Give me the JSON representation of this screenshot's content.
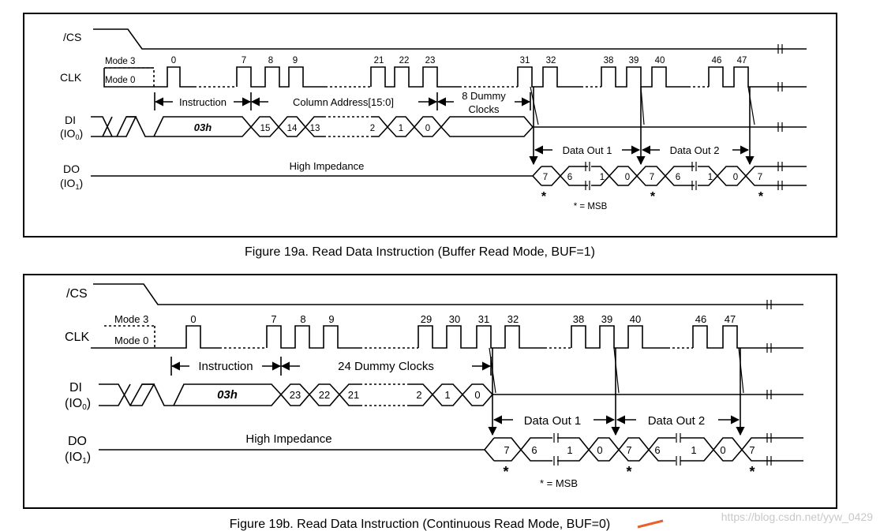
{
  "figure_a": {
    "caption": "Figure 19a. Read Data Instruction (Buffer Read Mode, BUF=1)",
    "cs_label": "/CS",
    "clk_label": "CLK",
    "mode3": "Mode 3",
    "mode0": "Mode 0",
    "di_label": "DI",
    "di_sub": "(IO",
    "di_sub_idx": "0",
    "do_label": "DO",
    "do_sub": "(IO",
    "do_sub_idx": "1",
    "clk_numbers": [
      "0",
      "7",
      "8",
      "9",
      "21",
      "22",
      "23",
      "31",
      "32",
      "38",
      "39",
      "40",
      "46",
      "47"
    ],
    "instruction_label": "Instruction",
    "address_label": "Column Address[15:0]",
    "dummy_label_1": "8 Dummy",
    "dummy_label_2": "Clocks",
    "opcode": "03h",
    "di_bits": [
      "15",
      "14",
      "13",
      "2",
      "1",
      "0"
    ],
    "data_out_1": "Data Out 1",
    "data_out_2": "Data Out 2",
    "high_impedance": "High Impedance",
    "do_bits": [
      "7",
      "6",
      "1",
      "0",
      "7",
      "6",
      "1",
      "0",
      "7"
    ],
    "msb_star": "*",
    "msb_note": "* = MSB"
  },
  "figure_b": {
    "caption": "Figure 19b. Read Data Instruction (Continuous Read Mode, BUF=0)",
    "cs_label": "/CS",
    "clk_label": "CLK",
    "mode3": "Mode 3",
    "mode0": "Mode 0",
    "di_label": "DI",
    "di_sub": "(IO",
    "di_sub_idx": "0",
    "do_label": "DO",
    "do_sub": "(IO",
    "do_sub_idx": "1",
    "clk_numbers": [
      "0",
      "7",
      "8",
      "9",
      "29",
      "30",
      "31",
      "32",
      "38",
      "39",
      "40",
      "46",
      "47"
    ],
    "instruction_label": "Instruction",
    "dummy_label": "24 Dummy Clocks",
    "opcode": "03h",
    "di_bits": [
      "23",
      "22",
      "21",
      "2",
      "1",
      "0"
    ],
    "data_out_1": "Data Out 1",
    "data_out_2": "Data Out 2",
    "high_impedance": "High Impedance",
    "do_bits": [
      "7",
      "6",
      "1",
      "0",
      "7",
      "6",
      "1",
      "0",
      "7"
    ],
    "msb_star": "*",
    "msb_note": "* = MSB"
  },
  "watermark": "https://blog.csdn.net/yyw_0429"
}
